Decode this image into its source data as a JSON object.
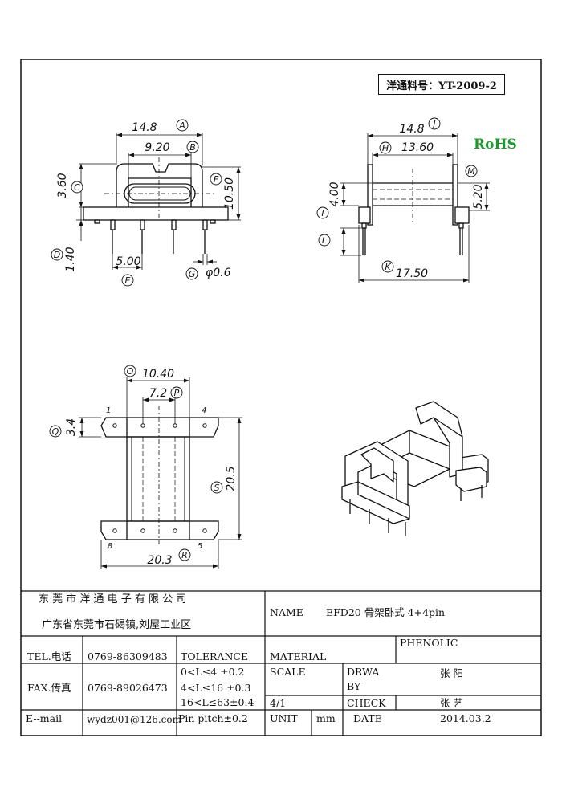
{
  "part_number": "洋通料号：YT-2009-2",
  "rohs": "RoHS",
  "front_view": {
    "dims": {
      "A": "14.8",
      "B": "9.20",
      "C": "3.60",
      "F": "10.50",
      "D": "1.40",
      "E": "5.00",
      "G": "φ0.6"
    },
    "markers": [
      "A",
      "B",
      "C",
      "D",
      "E",
      "F",
      "G"
    ]
  },
  "side_view": {
    "dims": {
      "J": "14.8",
      "H": "13.60",
      "I": "4.00",
      "M": "5.20",
      "K": "17.50"
    },
    "markers": [
      "H",
      "I",
      "J",
      "K",
      "L",
      "M"
    ]
  },
  "top_view": {
    "dims": {
      "O": "10.40",
      "P": "7.2",
      "Q": "3.4",
      "S": "20.5",
      "R": "20.3"
    },
    "pin_labels": [
      "1",
      "4",
      "8",
      "5"
    ],
    "markers": [
      "O",
      "P",
      "Q",
      "R",
      "S"
    ]
  },
  "title_block": {
    "company": "东 莞 市 洋 通 电 子 有 限 公 司",
    "address": "广东省东莞市石碣镇,刘屋工业区",
    "name_label": "NAME",
    "name_value": "EFD20 骨架卧式 4+4pin",
    "tel_label": "TEL.电话",
    "tel_value": "0769-86309483",
    "fax_label": "FAX.传真",
    "fax_value": "0769-89026473",
    "email_label": "E--mail",
    "email_value": "wydz001@126.com",
    "tolerance_label": "TOLERANCE",
    "tolerances": [
      "0<L≤4 ±0.2",
      "4<L≤16 ±0.3",
      "16<L≤63±0.4",
      "Pin pitch±0.2"
    ],
    "material_label": "MATERIAL",
    "material_value": "PHENOLIC",
    "scale_label": "SCALE",
    "scale_value": "4/1",
    "drawn_by_label_1": "DRWA",
    "drawn_by_label_2": "BY",
    "drawn_by_value": "张 阳",
    "check_label": "CHECK",
    "check_value": "张 艺",
    "unit_label": "UNIT",
    "unit_value": "mm",
    "date_label": "DATE",
    "date_value": "2014.03.2"
  }
}
